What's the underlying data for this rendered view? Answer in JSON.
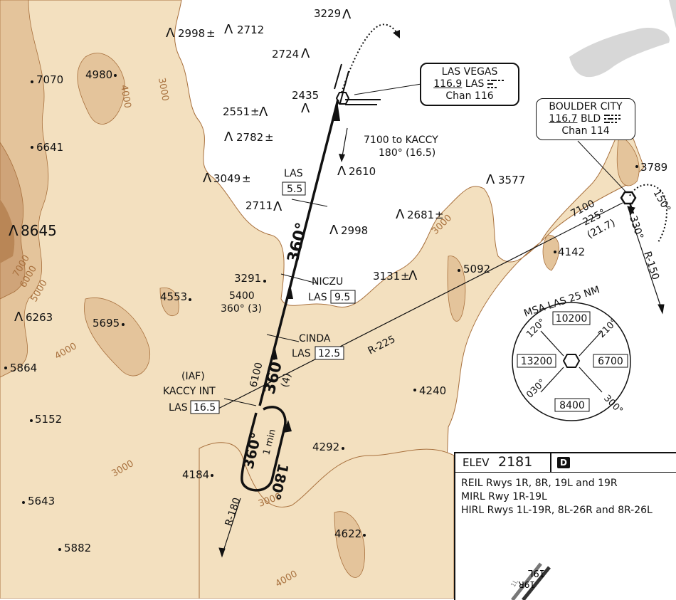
{
  "colors": {
    "terrain_light": "#f3e0bf",
    "terrain_mid": "#e4c49b",
    "terrain_dark": "#cfa479",
    "terrain_darker": "#b98656",
    "contour": "#a8703d",
    "water": "#d7d7d7"
  },
  "navaids": {
    "las_vegas": {
      "name": "LAS VEGAS",
      "freq": "116.9",
      "ident": "LAS",
      "chan": "Chan 116"
    },
    "boulder_city": {
      "name": "BOULDER CITY",
      "freq": "116.7",
      "ident": "BLD",
      "chan": "Chan 114"
    }
  },
  "elevations": [
    "3229",
    "2998",
    "±",
    "2712",
    "2724",
    "4980",
    "7070",
    "2435",
    "2551",
    "±",
    "2782",
    "±",
    "6641",
    "2610",
    "3049",
    "±",
    "3577",
    "3789",
    "2711",
    "2681",
    "±",
    "2998",
    "8645",
    "4142",
    "3291",
    "3131",
    "±",
    "5092",
    "4553",
    "6263",
    "5695",
    "5864",
    "4240",
    "5152",
    "4292",
    "4184",
    "5643",
    "4622",
    "5882"
  ],
  "contour_labels": [
    "3000",
    "4000",
    "7000",
    "6000",
    "5000",
    "4000",
    "3000",
    "3000",
    "3000",
    "4000"
  ],
  "fixes": {
    "las_dme": {
      "ident": "LAS",
      "dist": "5.5"
    },
    "niczu": {
      "name": "NICZU",
      "ident": "LAS",
      "dist": "9.5"
    },
    "cinda": {
      "name": "CINDA",
      "ident": "LAS",
      "dist": "12.5"
    },
    "kaccy": {
      "iaf": "(IAF)",
      "name": "KACCY INT",
      "ident": "LAS",
      "dist": "16.5"
    }
  },
  "route_labels": {
    "transition_alt": "7100 to KACCY",
    "transition_course": "180° (16.5)",
    "hold_alt": "5400",
    "hold_course": "360° (3)",
    "course_main": "360°",
    "course_lower": "360°",
    "course_dist": "(4)",
    "alt_6100": "6100",
    "hold_inbound": "360°",
    "hold_outbound": "180°",
    "hold_time": "1 min",
    "radial_225": "R-225",
    "bld_alt": "7100",
    "bld_course": "225°",
    "bld_dist": "(21.7)",
    "radial_180": "R-180",
    "radial_150": "R-150",
    "bld_150": "150°",
    "bld_330": "330°"
  },
  "msa": {
    "title": "MSA LAS 25 NM",
    "sectors": [
      "10200",
      "6700",
      "8400",
      "13200"
    ],
    "bearings": [
      "120°",
      "210°",
      "300°",
      "030°"
    ]
  },
  "elev_box": {
    "label": "ELEV",
    "value": "2181",
    "badge": "D",
    "lines": [
      "REIL Rwys 1R, 8R, 19L and 19R",
      "MIRL Rwy 1R-19L",
      "HIRL Rwys 1L-19R, 8L-26R and 8R-26L"
    ],
    "runway_labels": [
      "19L",
      "19R",
      "1L"
    ]
  }
}
